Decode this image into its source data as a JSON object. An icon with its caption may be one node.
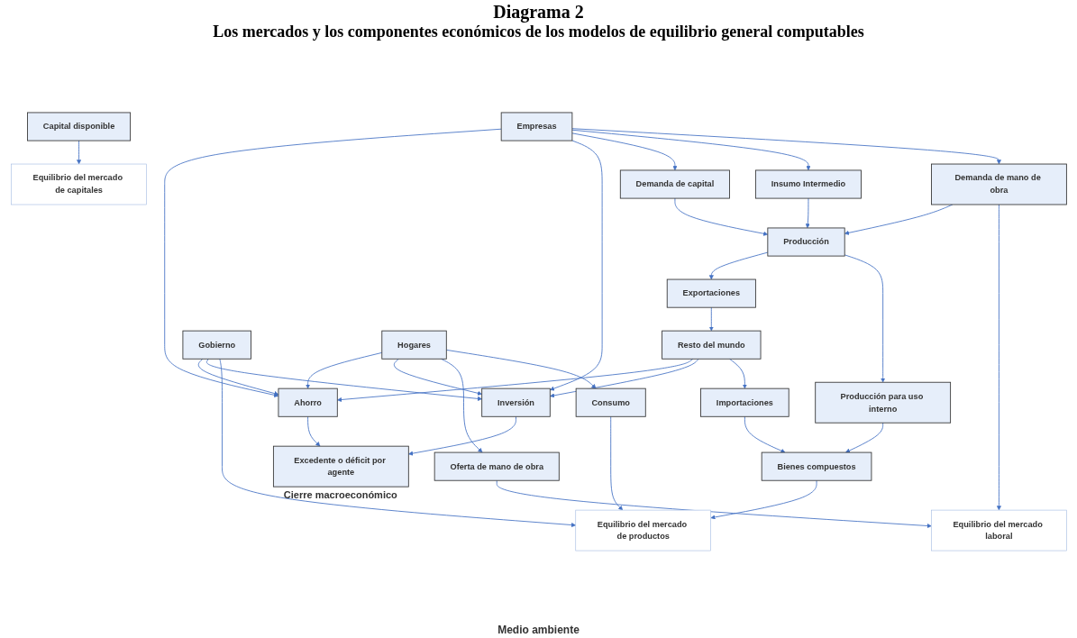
{
  "diagram": {
    "title": "Diagrama 2",
    "nodes": [
      {
        "text": [
          "Equilibrio del mercado laboral"
        ]
      },
      {
        "text": [
          "Demanda de mano de obra"
        ]
      },
      {
        "text": [
          "Oferta de mano de obra"
        ]
      },
      {
        "text": [
          "Equilibrio del mercado de capitales"
        ]
      },
      {
        "text": [
          "Insumo Intermedio"
        ]
      },
      {
        "text": [
          "Producción"
        ]
      },
      {
        "text": [
          "Producción para uso interno"
        ]
      },
      {
        "text": [
          "Bienes compuestos"
        ]
      },
      {
        "text": [
          "Equilibrio del mercado de productos"
        ]
      },
      {
        "text": [
          "Consumo"
        ]
      },
      {
        "text": [
          "Demanda de capital"
        ]
      },
      {
        "text": [
          "Exportaciones"
        ]
      },
      {
        "text": [
          "Importaciones"
        ]
      },
      {
        "text": [
          "Capital disponible"
        ]
      },
      {
        "text": [
          "Empresas"
        ]
      },
      {
        "text": [
          "Resto del mundo"
        ]
      },
      {
        "text": [
          "Gobierno"
        ]
      },
      {
        "text": [
          "Hogares"
        ]
      },
      {
        "text": [
          "Inversión"
        ]
      },
      {
        "text": [
          "Excedente o déficit por agente"
        ],
        "beside": [
          "Cierre macroeconómico"
        ]
      },
      {
        "text": [
          "Ahorro"
        ]
      }
    ],
    "edges": [
      {
        "from": 1,
        "to": 0,
        "arrow": "to"
      },
      {
        "from": 2,
        "to": 0,
        "arrow": "to"
      },
      {
        "from": 14,
        "to": 1,
        "arrow": "to"
      },
      {
        "from": 14,
        "to": 4,
        "arrow": "to"
      },
      {
        "from": 14,
        "to": 10,
        "arrow": "to"
      },
      {
        "from": 1,
        "to": 5,
        "arrow": "to"
      },
      {
        "from": 4,
        "to": 5,
        "arrow": "to"
      },
      {
        "from": 10,
        "to": 5,
        "arrow": "to"
      },
      {
        "from": 5,
        "to": 6,
        "arrow": "to"
      },
      {
        "from": 6,
        "to": 7,
        "arrow": "to"
      },
      {
        "from": 7,
        "to": 8,
        "arrow": "to"
      },
      {
        "from": 9,
        "to": 8,
        "arrow": "to"
      },
      {
        "from": 5,
        "to": 11,
        "arrow": "to"
      },
      {
        "from": 11,
        "to": 15,
        "arrow": "to"
      },
      {
        "from": 15,
        "to": 12,
        "arrow": "to"
      },
      {
        "from": 12,
        "to": 7,
        "arrow": "to"
      },
      {
        "from": 13,
        "to": 3,
        "arrow": "to"
      },
      {
        "from": 16,
        "to": 8,
        "arrow": "to"
      },
      {
        "from": 17,
        "to": 9,
        "arrow": "to"
      },
      {
        "from": 17,
        "to": 2,
        "arrow": "to"
      },
      {
        "from": 14,
        "to": 18,
        "arrow": "to"
      },
      {
        "from": 15,
        "to": 18,
        "arrow": "to"
      },
      {
        "from": 16,
        "to": 18,
        "arrow": "to"
      },
      {
        "from": 17,
        "to": 18,
        "arrow": "to"
      },
      {
        "from": 14,
        "to": 20,
        "arrow": "to"
      },
      {
        "from": 15,
        "to": 20,
        "arrow": "to"
      },
      {
        "from": 16,
        "to": 20,
        "arrow": "to"
      },
      {
        "from": 17,
        "to": 20,
        "arrow": "to"
      },
      {
        "from": 18,
        "to": 19,
        "arrow": "to"
      },
      {
        "from": 20,
        "to": 19,
        "arrow": "to"
      }
    ],
    "labels": [
      "Los mercados y los componentes económicos de los modelos de equilibrio general computables",
      "Medio ambiente"
    ]
  }
}
